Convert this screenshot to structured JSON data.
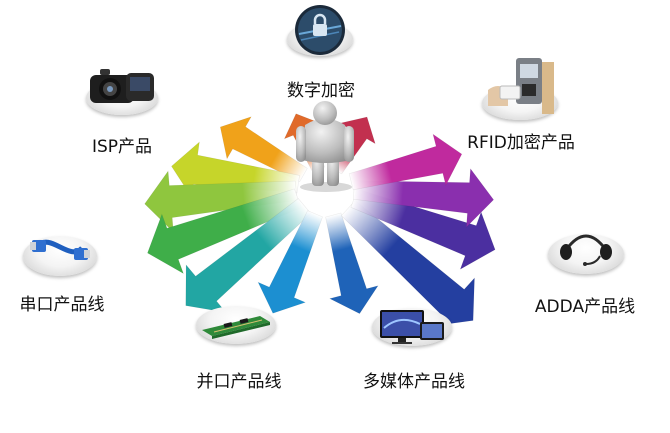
{
  "diagram": {
    "center_label": "",
    "nodes": [
      {
        "id": "digital",
        "label": "数字加密",
        "icon": "lock-chip-icon"
      },
      {
        "id": "isp",
        "label": "ISP产品",
        "icon": "camera-icon"
      },
      {
        "id": "rfid",
        "label": "RFID加密产品",
        "icon": "access-card-reader-icon"
      },
      {
        "id": "serial",
        "label": "串口产品线",
        "icon": "usb-cable-icon"
      },
      {
        "id": "parallel",
        "label": "并口产品线",
        "icon": "circuit-board-icon"
      },
      {
        "id": "multimedia",
        "label": "多媒体产品线",
        "icon": "monitor-tablet-icon"
      },
      {
        "id": "adda",
        "label": "ADDA产品线",
        "icon": "headset-icon"
      }
    ],
    "arrow_colors": [
      "#e06a2a",
      "#f0a21a",
      "#c6d52a",
      "#8fc63e",
      "#3fae49",
      "#22a6a3",
      "#1c8fd1",
      "#1f63b8",
      "#243fa0",
      "#4b2fa0",
      "#8a2fae",
      "#c02a9e",
      "#c2304f"
    ]
  }
}
